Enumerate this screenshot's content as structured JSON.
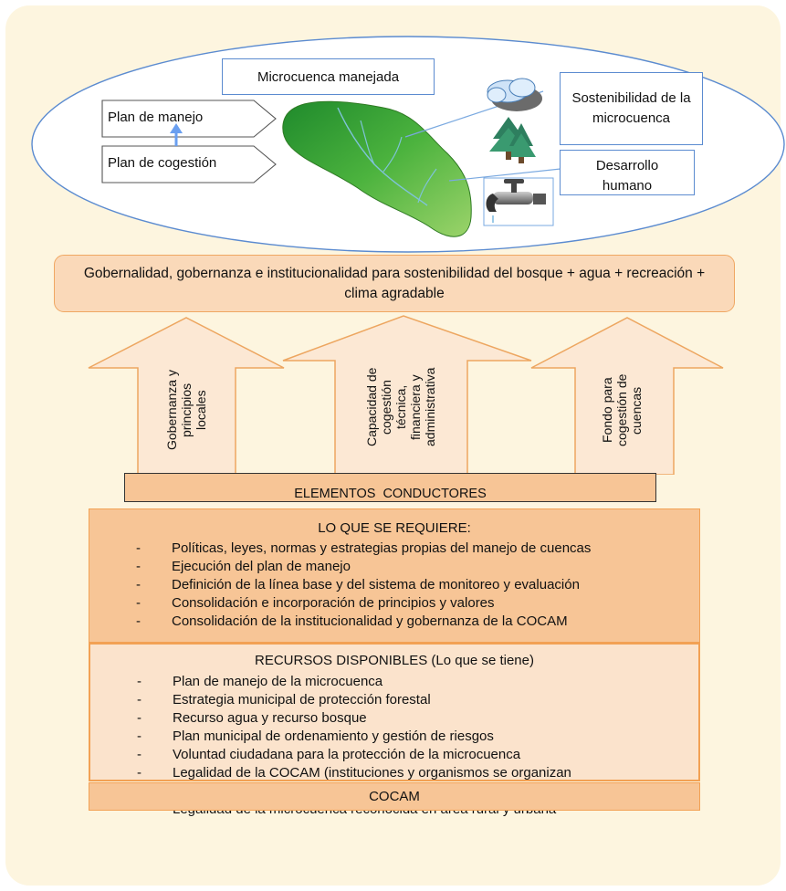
{
  "top": {
    "managed_label": "Microcuenca manejada",
    "plan_manejo": "Plan de manejo",
    "plan_cogestion": "Plan de cogestión",
    "sostenibilidad": "Sostenibilidad de la microcuenca",
    "desarrollo": "Desarrollo humano",
    "icons": [
      "cloud-icon",
      "pine-trees-icon",
      "water-tap-icon"
    ]
  },
  "goal_text": "Gobernalidad, gobernanza e institucionalidad para sostenibilidad del bosque + agua + recreación + clima agradable",
  "pillars": [
    "Gobernanza y principios locales",
    "Capacidad de cogestión técnica, financiera y administrativa",
    "Fondo para cogestión de cuencas"
  ],
  "conductores_label": "ELEMENTOS  CONDUCTORES",
  "requiere": {
    "title": "LO QUE SE REQUIERE:",
    "items": [
      "Políticas, leyes, normas y estrategias propias del manejo de cuencas",
      "Ejecución del plan de manejo",
      "Definición de la línea base y del sistema de monitoreo y evaluación",
      "Consolidación e incorporación de principios y valores",
      "Consolidación de la institucionalidad  y gobernanza de la COCAM"
    ]
  },
  "recursos": {
    "title": "RECURSOS DISPONIBLES (Lo que se tiene)",
    "items": [
      "Plan de manejo de la microcuenca",
      "Estrategia municipal de protección forestal",
      "Recurso agua y recurso bosque",
      "Plan municipal de ordenamiento y gestión de riesgos",
      "Voluntad ciudadana para la protección de la microcuenca",
      "Legalidad de la COCAM (instituciones y organismos se organizan voluntariamente y toman decisiones)",
      "Legalidad de la microcuenca reconocida en área rural y urbana"
    ]
  },
  "cocam_label": "COCAM",
  "colors": {
    "panel": "#fdf5df",
    "orange_fill": "#f7c596",
    "orange_border": "#f2a154",
    "light_orange": "#fbe3cc",
    "blue_border": "#5b8bd0",
    "green": "#4caf3c"
  }
}
